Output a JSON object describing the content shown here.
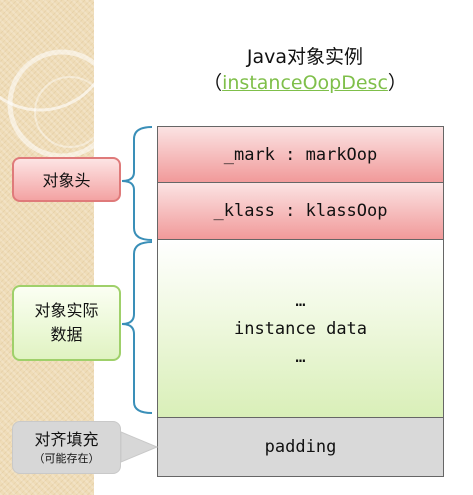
{
  "title": {
    "main": "Java对象实例",
    "sub_open": "（",
    "sub_link": "instanceOopDesc",
    "sub_close": "）"
  },
  "layout_boxes": {
    "mark": "_mark : markOop",
    "klass": "_klass : klassOop",
    "instance_lines": [
      "…",
      "instance data",
      "…"
    ],
    "padding": "padding"
  },
  "labels": {
    "header": "对象头",
    "data_line1": "对象实际",
    "data_line2": "数据",
    "padding_main": "对齐填充",
    "padding_sub": "（可能存在）"
  },
  "colors": {
    "header": "#f19a9a",
    "instance_data": "#d9efb8",
    "padding": "#d9d9d9",
    "bracket": "#3a8fb8",
    "link": "#7fbf4a"
  }
}
